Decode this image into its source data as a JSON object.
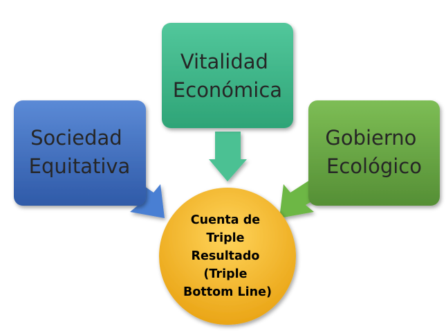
{
  "colors": {
    "society": "#4472c4",
    "economy": "#3eb489",
    "ecology": "#6aab43",
    "center": "#f5b324"
  },
  "boxes": {
    "economy": {
      "line1": "Vitalidad",
      "line2": "Económica"
    },
    "society": {
      "line1": "Sociedad",
      "line2": "Equitativa"
    },
    "ecology": {
      "line1": "Gobierno",
      "line2": "Ecológico"
    }
  },
  "center": {
    "lines": [
      "Cuenta de",
      "Triple",
      "Resultado",
      "(Triple",
      "Bottom Line)"
    ]
  }
}
